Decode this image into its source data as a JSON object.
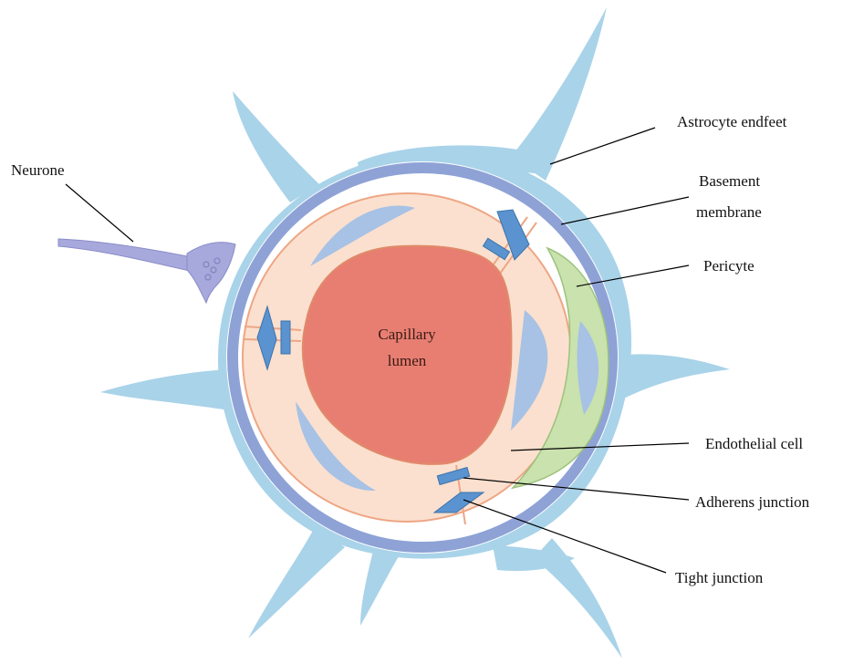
{
  "labels": {
    "neurone": "Neurone",
    "astrocyte_endfeet": "Astrocyte endfeet",
    "basement_membrane_line1": "Basement",
    "basement_membrane_line2": "membrane",
    "pericyte": "Pericyte",
    "capillary_lumen_line1": "Capillary",
    "capillary_lumen_line2": "lumen",
    "endothelial_cell": "Endothelial cell",
    "adherens_junction": "Adherens junction",
    "tight_junction": "Tight junction"
  },
  "colors": {
    "astrocyte": "#a9d3e9",
    "basement_membrane": "#8ea2d6",
    "endothelial_cell": "#fbe0cf",
    "endothelial_border": "#eea684",
    "lumen": "#e87e72",
    "lumen_border": "#e08a6a",
    "nucleus": "#a7c2e4",
    "pericyte": "#c9e2ae",
    "junction": "#5a93cf",
    "neurone": "#a7a9dc"
  }
}
